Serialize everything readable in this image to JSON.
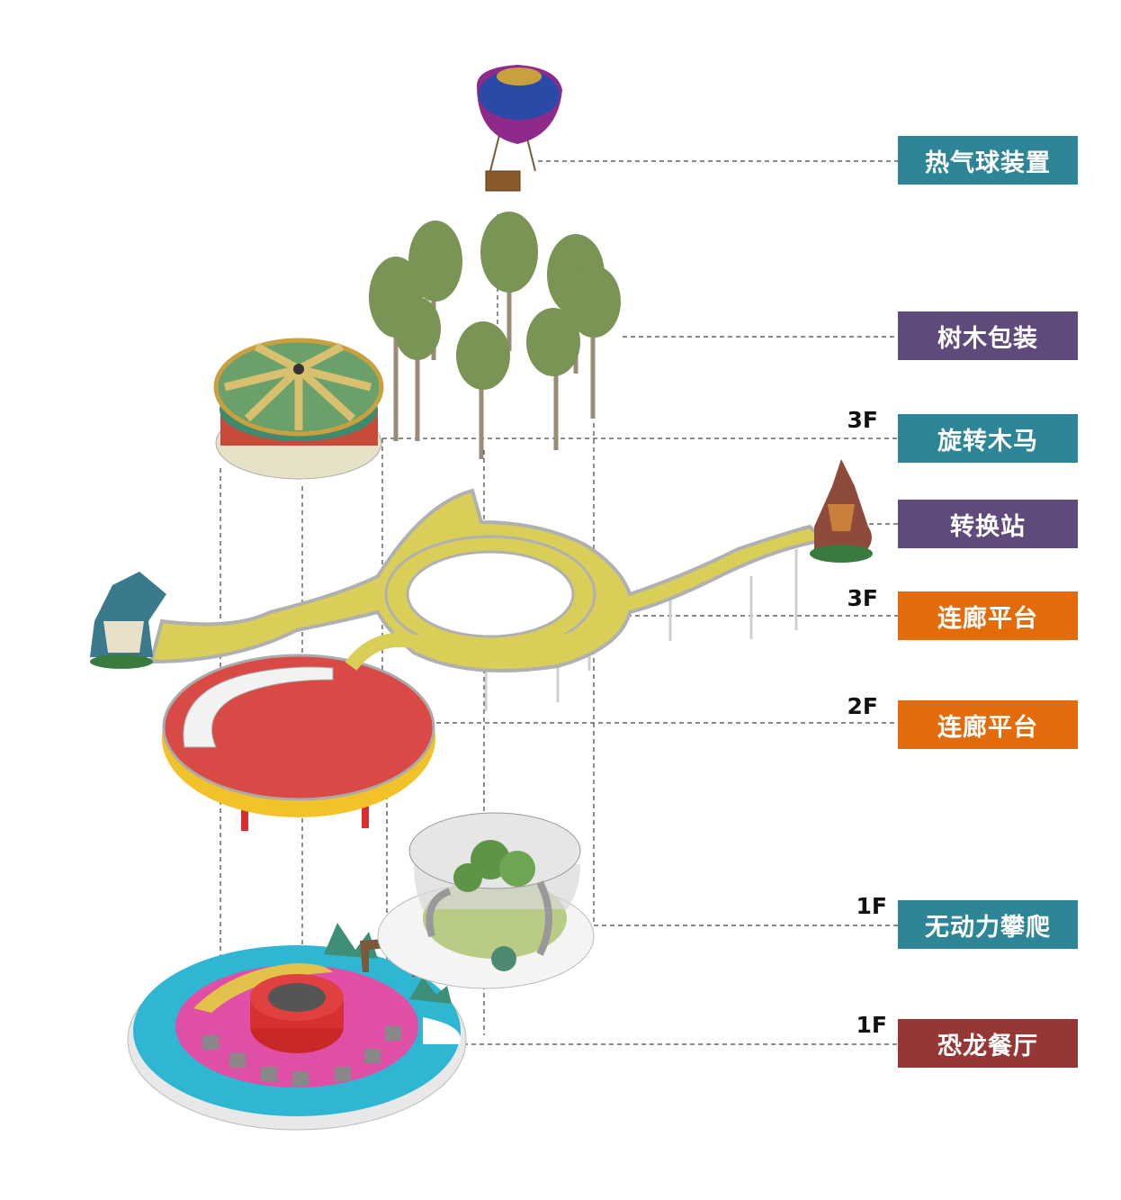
{
  "labels": [
    {
      "id": "balloon",
      "text": "热气球装置",
      "floor": "",
      "color": "#2e8597"
    },
    {
      "id": "trees",
      "text": "树木包装",
      "floor": "",
      "color": "#604a7b"
    },
    {
      "id": "carousel",
      "text": "旋转木马",
      "floor": "3F",
      "color": "#2e8597"
    },
    {
      "id": "station",
      "text": "转换站",
      "floor": "",
      "color": "#604a7b"
    },
    {
      "id": "walkway3",
      "text": "连廊平台",
      "floor": "3F",
      "color": "#e36c0a"
    },
    {
      "id": "walkway2",
      "text": "连廊平台",
      "floor": "2F",
      "color": "#e36c0a"
    },
    {
      "id": "climbing",
      "text": "无动力攀爬",
      "floor": "1F",
      "color": "#2e8597"
    },
    {
      "id": "restaurant",
      "text": "恐龙餐厅",
      "floor": "1F",
      "color": "#953735"
    }
  ],
  "colors": {
    "walkway": "#d9cf58",
    "platform2": "#d94a47",
    "platform2_rim": "#f2c22a",
    "pool": "#2fb6d2",
    "plaza": "#e04fa6",
    "trunk": "#9a8a78",
    "foliage": "#7a9455"
  }
}
